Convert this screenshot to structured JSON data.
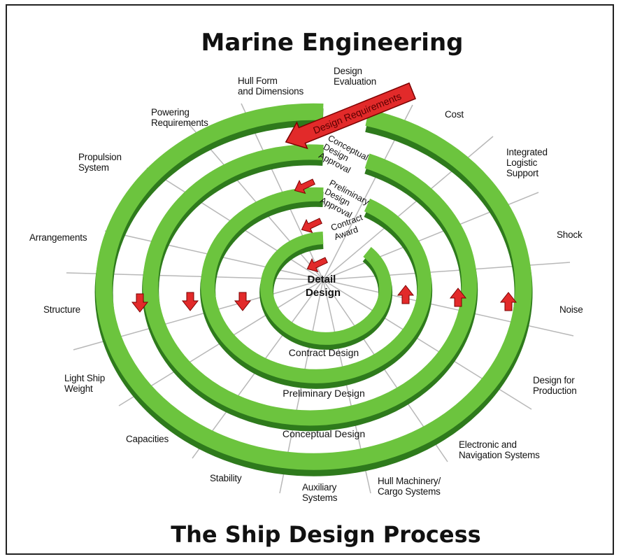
{
  "title": "Marine Engineering",
  "footer_title": "The Ship Design Process",
  "colors": {
    "spiral": "#6cc43e",
    "spiral_side": "#2e7a1c",
    "spoke": "#b8b8b8",
    "arrow": "#e22a2a"
  },
  "top_label": [
    "Design",
    "Evaluation"
  ],
  "requirements_arrow_label": "Design Requirements",
  "center_label": [
    "Detail",
    "Design"
  ],
  "rings": {
    "conceptual": "Conceptual Design",
    "preliminary": "Preliminary Design",
    "contract": "Contract Design"
  },
  "gates": {
    "conceptual_approval": [
      "Conceptual",
      "Design",
      "Approval"
    ],
    "preliminary_approval": [
      "Preliminary",
      "Design",
      "Approval"
    ],
    "contract_award": [
      "Contract",
      "Award"
    ]
  },
  "spokes": {
    "hull_form": [
      "Hull Form",
      "and Dimensions"
    ],
    "powering": [
      "Powering",
      "Requirements"
    ],
    "propulsion": [
      "Propulsion",
      "System"
    ],
    "arrangements": [
      "Arrangements"
    ],
    "structure": [
      "Structure"
    ],
    "light_ship": [
      "Light Ship",
      "Weight"
    ],
    "capacities": [
      "Capacities"
    ],
    "stability": [
      "Stability"
    ],
    "auxiliary": [
      "Auxiliary",
      "Systems"
    ],
    "hull_machinery": [
      "Hull Machinery/",
      "Cargo Systems"
    ],
    "electronic": [
      "Electronic and",
      "Navigation Systems"
    ],
    "design_production": [
      "Design for",
      "Production"
    ],
    "noise": [
      "Noise"
    ],
    "shock": [
      "Shock"
    ],
    "ils": [
      "Integrated",
      "Logistic",
      "Support"
    ],
    "cost": [
      "Cost"
    ]
  }
}
